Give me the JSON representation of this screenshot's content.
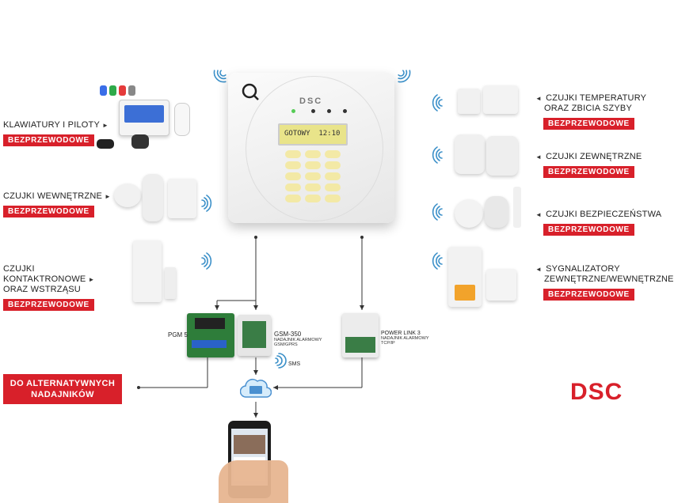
{
  "left": [
    {
      "label1": "KLAWIATURY I PILOTY",
      "label2": "",
      "badge": "BEZPRZEWODOWE"
    },
    {
      "label1": "CZUJKI WEWNĘTRZNE",
      "label2": "",
      "badge": "BEZPRZEWODOWE"
    },
    {
      "label1": "CZUJKI KONTAKTRONOWE",
      "label2": "ORAZ WSTRZĄSU",
      "badge": "BEZPRZEWODOWE"
    }
  ],
  "right": [
    {
      "label1": "CZUJKI TEMPERATURY",
      "label2": "ORAZ ZBICIA SZYBY",
      "badge": "BEZPRZEWODOWE"
    },
    {
      "label1": "CZUJKI ZEWNĘTRZNE",
      "label2": "",
      "badge": "BEZPRZEWODOWE"
    },
    {
      "label1": "CZUJKI BEZPIECZEŃSTWA",
      "label2": "",
      "badge": "BEZPRZEWODOWE"
    },
    {
      "label1": "SYGNALIZATORY",
      "label2": "ZEWNĘTRZNE/WEWNĘTRZNE",
      "badge": "BEZPRZEWODOWE"
    }
  ],
  "panel": {
    "brand": "DSC",
    "display": "GOTOWY  12:10"
  },
  "modules": {
    "pgm": "PGM 5",
    "gsm_name": "GSM-350",
    "gsm_sub1": "NADAJNIK ALARMOWY",
    "gsm_sub2": "GSM/GPRS",
    "pl_name": "POWER LINK 3",
    "pl_sub1": "NADAJNIK ALARMOWY",
    "pl_sub2": "TCP/IP",
    "sms": "SMS"
  },
  "alt": {
    "line1": "DO ALTERNATYWNYCH",
    "line2": "NADAJNIKÓW"
  },
  "logo": "DSC",
  "colors": {
    "accent": "#d8202a",
    "wave": "#3a8fc8"
  }
}
